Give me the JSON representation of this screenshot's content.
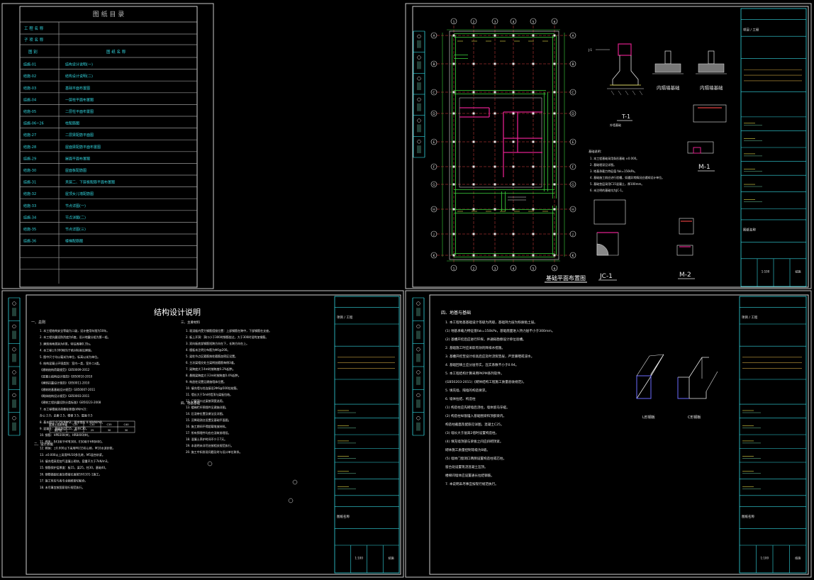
{
  "title_block": {
    "project_label": "项目 / 工程",
    "drawing_label": "图纸名称",
    "scale": "1:100",
    "sheet_prefix": "结施"
  },
  "sheet1": {
    "title": "图 纸 目 录",
    "meta": [
      "工 程 名 称",
      "子 项 名 称"
    ],
    "headers": [
      "图 别",
      "图 纸 名 称"
    ],
    "rows": [
      {
        "no": "结施-01",
        "name": "结构设计说明(一)"
      },
      {
        "no": "结施-02",
        "name": "结构设计说明(二)"
      },
      {
        "no": "结施-03",
        "name": "基础平面布置图"
      },
      {
        "no": "结施-04",
        "name": "一层柱平面布置图"
      },
      {
        "no": "结施-05",
        "name": "二层柱平面布置图"
      },
      {
        "no": "结施-06~26",
        "name": "柱配筋图"
      },
      {
        "no": "结施-27",
        "name": "二层梁配筋平面图"
      },
      {
        "no": "结施-28",
        "name": "屋面梁配筋平面布置图"
      },
      {
        "no": "结施-29",
        "name": "屋面平面布置图"
      },
      {
        "no": "结施-30",
        "name": "屋面板配筋图"
      },
      {
        "no": "结施-31",
        "name": "夹层二、下层板配筋平面布置图"
      },
      {
        "no": "结施-32",
        "name": "屋顶女儿墙配筋图"
      },
      {
        "no": "结施-33",
        "name": "节点详图(一)"
      },
      {
        "no": "结施-34",
        "name": "节点详图(二)"
      },
      {
        "no": "结施-35",
        "name": "节点详图(三)"
      },
      {
        "no": "结施-36",
        "name": "楼梯配筋图"
      }
    ]
  },
  "sheet2": {
    "plan_title": "基础平面布置图",
    "axis_top": [
      "1",
      "2",
      "3",
      "4",
      "5",
      "6"
    ],
    "axis_left": [
      "A",
      "B",
      "C",
      "D",
      "E",
      "F",
      "G",
      "H",
      "J",
      "K"
    ],
    "section_titles": [
      "J-1",
      "JC-1",
      "M-1",
      "M-2",
      "T-1"
    ],
    "notes_title": "基础说明：",
    "notes": [
      "1. 本工程基础采用条形基础 ±0.000。",
      "2. 基础埋深见详图。",
      "3. 地基承载力特征值 fak=150kPa。",
      "4. 基础施工前应进行验槽，如遇异常情况应通知设计单位。",
      "5. 基础垫层采用C15混凝土，厚100mm。",
      "6. 未注明的基础均为JC-1。"
    ],
    "detail_labels": [
      "内隔墙基础",
      "外墙基础"
    ]
  },
  "sheet3": {
    "title": "结构设计说明",
    "sections": [
      "一、总则",
      "二、设计依据",
      "三、主要材料",
      "四、地基基础"
    ],
    "col1": [
      "1. 本工程结构安全等级为二级，设计使用年限为50年。",
      "2. 本工程抗震设防烈度为6度，设计地震分组为第一组。",
      "3. 建筑场地类别为II类，特征周期0.35s。",
      "4. 本工程±0.000相当于绝对标高见建施。",
      "5. 图中尺寸均以毫米为单位，标高以米为单位。",
      "6. 结构混凝土环境类别：室内一类，室外二a类。",
      "《建筑结构荷载规范》GB50009-2012",
      "《混凝土结构设计规范》GB50010-2010",
      "《建筑抗震设计规范》GB50011-2010",
      "《建筑地基基础设计规范》GB50007-2011",
      "《砌体结构设计规范》GB50003-2011",
      "《建筑工程抗震设防分类标准》GB50223-2008",
      "7. 本工程楼面活荷载标准值(kN/m2)：",
      "办公 2.0，走廊 2.5，楼梯 3.5，屋面 0.5",
      "8. 基本风压 0.35kN/m2，基本雪压 0.40kN/m2。",
      "9. 混凝土：基础垫层C15，其余C30。",
      "10. 钢筋：HPB300(Φ)，HRB400(Φ)。",
      "11. 焊条：E43用于HPB300，E50用于HRB400。",
      "12. 砌体：±0.000以下采用MU15实心砖，M10水泥砂浆。",
      "13. ±0.000以上采用MU10多孔砖，M5混合砂浆。",
      "14. 填充墙采用加气混凝土砌块，容重不大于7kN/m3。",
      "15. 钢筋保护层厚度：板15，梁25，柱30，基础40。",
      "16. 钢筋锚固长度及搭接长度按16G101-1施工。",
      "17. 施工时应与各专业图纸密切配合。",
      "18. 未尽事宜按国家现行规范执行。"
    ],
    "col2": [
      "1. 现浇板内受力钢筋搭接位置：上部钢筋在跨中，下部钢筋在支座。",
      "2. 板上开洞：洞口小于300时钢筋绕过，大于300时设附加钢筋。",
      "3. 双向板底部钢筋短跨方向在下，长跨方向在上。",
      "4. 楼板未注明分布筋为Φ6@200。",
      "5. 梁柱节点区箍筋按柱箍筋加密区设置。",
      "6. 主次梁相交处主梁附加箍筋每侧3道。",
      "7. 梁跨度大于4m时按跨度0.2%起拱。",
      "8. 悬挑梁跨度大于2m时按跨度0.4%起拱。",
      "9. 构造柱设置见建施墙体位置。",
      "10. 填充墙与柱连接设2Φ6@500拉结筋。",
      "11. 墙长大于5m时墙顶与梁板拉结。",
      "12. 门窗洞口过梁按洞宽选用。",
      "13. 楼梯栏杆预埋件见建施详图。",
      "14. 后浇带位置及做法见详图。",
      "15. 沉降观测点设置见基础平面图。",
      "16. 施工期间不得超载堆放材料。",
      "17. 所有预埋件均应在浇筑前埋设。",
      "18. 混凝土养护时间不少于7天。",
      "19. 本说明未详尽处按相关规范执行。",
      "20. 施工中如发现问题及时与设计单位联系。"
    ],
    "table_headers": [
      "混凝土强度等级",
      "C25",
      "C30",
      "C35",
      "C40"
    ],
    "table_values": [
      "保护层",
      "25",
      "25",
      "30",
      "30"
    ]
  },
  "sheet4": {
    "title": "四、地基与基础",
    "lines": [
      "1. 本工程地基基础设计等级为丙级，基础持力层为粉质粘土层。",
      "(1) 地基承载力特征值fak=150kPa，基础底面进入持力层不小于300mm。",
      "(2) 基槽开挖后应进行钎探，并通知勘察设计单位验槽。",
      "2. 基础施工时应采取有效的降排水措施。",
      "3. 基槽开挖至设计标高后应及时浇筑垫层，严禁暴晒或浸水。",
      "4. 基础回填土应分层夯实，压实系数不小于0.94。",
      "5. 本工程结构计算采用PKPM系列软件。",
      "(GB50203-2011)《砌体结构工程施工质量验收规范》。",
      "5. 填充墙、隔墙的构造要求。",
      "6. 墙体拉结、构造柱",
      "(1) 构造柱应先砌墙后浇柱，墙体留马牙槎。",
      "(2) 构造柱纵筋锚入基础圈梁和顶部梁内。",
      "  构造柱截面及配筋见详图，混凝土C25。",
      "(3) 墙长大于层高2倍时设置构造柱。",
      "(4) 填充墙顶部与梁板之间应斜砌顶紧。",
      "  砌体施工质量控制等级为B级。",
      "(5) 墙体门窗洞口两侧设置构造柱或芯柱。",
      "  窗台处设置现浇混凝土压顶。",
      "  楼梯间墙体应设置通长拉结钢筋。",
      "7. 本说明未尽事宜按现行规范执行。"
    ],
    "figure_labels": [
      "L形钢板",
      "C形钢板"
    ]
  }
}
